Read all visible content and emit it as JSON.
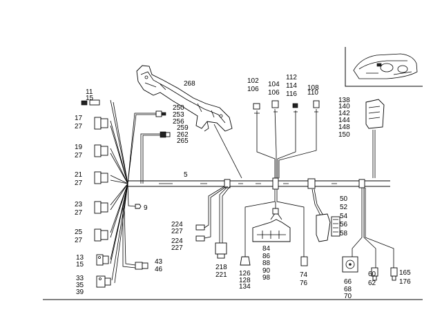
{
  "labels": {
    "c11": "11",
    "c15": "15",
    "c17": "17",
    "c27a": "27",
    "c19": "19",
    "c27b": "27",
    "c21": "21",
    "c27c": "27",
    "c23": "23",
    "c27d": "27",
    "c25": "25",
    "c27e": "27",
    "c13": "13",
    "c15b": "15",
    "c33": "33",
    "c35": "35",
    "c39": "39",
    "c9": "9",
    "c43": "43",
    "c46": "46",
    "c268": "268",
    "c250": "250",
    "c253": "253",
    "c256": "256",
    "c259": "259",
    "c262": "262",
    "c265": "265",
    "c5": "5",
    "c224a": "224",
    "c227a": "227",
    "c224b": "224",
    "c227b": "227",
    "c218": "218",
    "c221": "221",
    "c102": "102",
    "c106a": "106",
    "c104": "104",
    "c106b": "106",
    "c112": "112",
    "c114": "114",
    "c116": "116",
    "c108": "108",
    "c110": "110",
    "c138": "138",
    "c140": "140",
    "c142": "142",
    "c144": "144",
    "c148": "148",
    "c150": "150",
    "c50": "50",
    "c52": "52",
    "c54": "54",
    "c56": "56",
    "c58": "58",
    "c84": "84",
    "c86": "86",
    "c88": "88",
    "c90": "90",
    "c98": "98",
    "c126": "126",
    "c128": "128",
    "c134": "134",
    "c74": "74",
    "c76": "76",
    "c66": "66",
    "c68": "68",
    "c70": "70",
    "c60": "60",
    "c62": "62",
    "c165": "165",
    "c176": "176"
  },
  "icons": {
    "inset": "dashboard-location-icon",
    "crossmember": "crossmember-bracket-icon"
  }
}
